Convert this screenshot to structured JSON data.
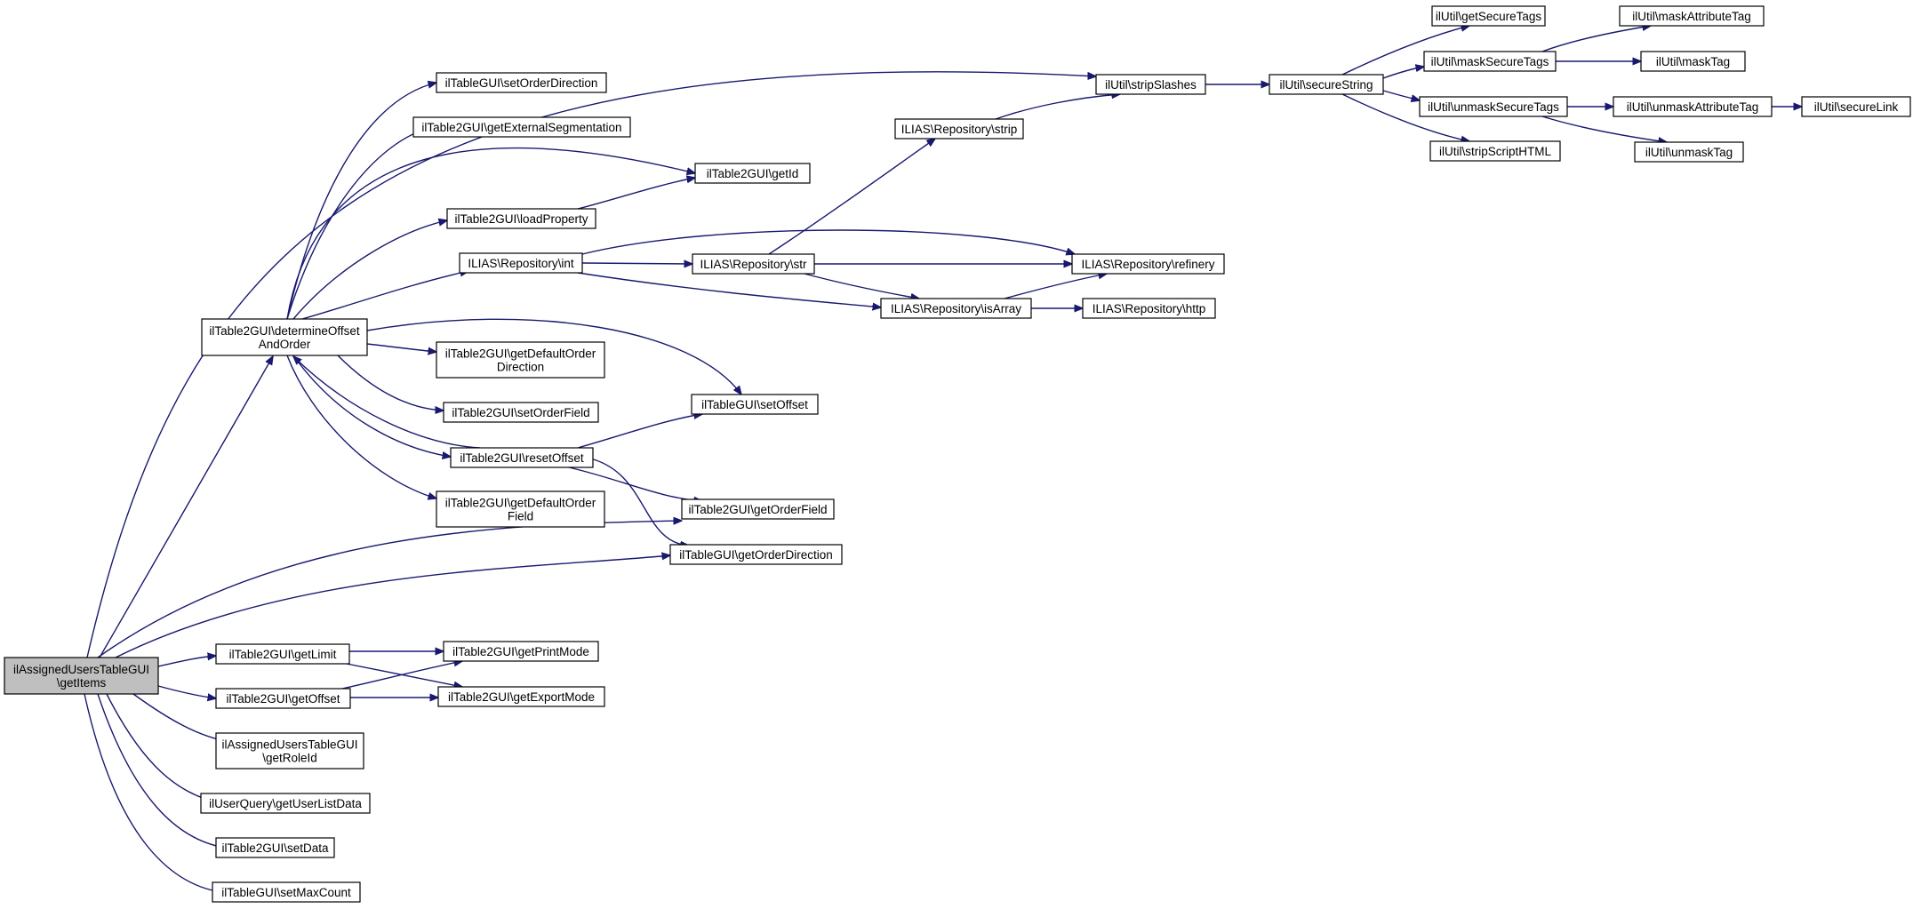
{
  "nodes": [
    {
      "id": "n_root",
      "lines": [
        "ilAssignedUsersTableGUI",
        "\\getItems"
      ],
      "highlight": true
    },
    {
      "id": "n_determine",
      "lines": [
        "ilTable2GUI\\determineOffset",
        "AndOrder"
      ]
    },
    {
      "id": "n_getlimit",
      "lines": [
        "ilTable2GUI\\getLimit"
      ]
    },
    {
      "id": "n_getoffset",
      "lines": [
        "ilTable2GUI\\getOffset"
      ]
    },
    {
      "id": "n_getroleid",
      "lines": [
        "ilAssignedUsersTableGUI",
        "\\getRoleId"
      ]
    },
    {
      "id": "n_getuserlistdata",
      "lines": [
        "ilUserQuery\\getUserListData"
      ]
    },
    {
      "id": "n_setdata",
      "lines": [
        "ilTable2GUI\\setData"
      ]
    },
    {
      "id": "n_setmaxcount",
      "lines": [
        "ilTableGUI\\setMaxCount"
      ]
    },
    {
      "id": "n_setorderdirection",
      "lines": [
        "ilTableGUI\\setOrderDirection"
      ]
    },
    {
      "id": "n_getextseg",
      "lines": [
        "ilTable2GUI\\getExternalSegmentation"
      ]
    },
    {
      "id": "n_loadproperty",
      "lines": [
        "ilTable2GUI\\loadProperty"
      ]
    },
    {
      "id": "n_repoint",
      "lines": [
        "ILIAS\\Repository\\int"
      ]
    },
    {
      "id": "n_getdefaultorderdir",
      "lines": [
        "ilTable2GUI\\getDefaultOrder",
        "Direction"
      ]
    },
    {
      "id": "n_setorderfield",
      "lines": [
        "ilTable2GUI\\setOrderField"
      ]
    },
    {
      "id": "n_resetoffset",
      "lines": [
        "ilTable2GUI\\resetOffset"
      ]
    },
    {
      "id": "n_getdefaultorderfield",
      "lines": [
        "ilTable2GUI\\getDefaultOrder",
        "Field"
      ]
    },
    {
      "id": "n_getprintmode",
      "lines": [
        "ilTable2GUI\\getPrintMode"
      ]
    },
    {
      "id": "n_getexportmode",
      "lines": [
        "ilTable2GUI\\getExportMode"
      ]
    },
    {
      "id": "n_getid",
      "lines": [
        "ilTable2GUI\\getId"
      ]
    },
    {
      "id": "n_repostr",
      "lines": [
        "ILIAS\\Repository\\str"
      ]
    },
    {
      "id": "n_setoffset",
      "lines": [
        "ilTableGUI\\setOffset"
      ]
    },
    {
      "id": "n_getorderfield",
      "lines": [
        "ilTable2GUI\\getOrderField"
      ]
    },
    {
      "id": "n_getorderdirection",
      "lines": [
        "ilTableGUI\\getOrderDirection"
      ]
    },
    {
      "id": "n_repostrip",
      "lines": [
        "ILIAS\\Repository\\strip"
      ]
    },
    {
      "id": "n_repoisarray",
      "lines": [
        "ILIAS\\Repository\\isArray"
      ]
    },
    {
      "id": "n_stripslashes",
      "lines": [
        "ilUtil\\stripSlashes"
      ]
    },
    {
      "id": "n_reporefinery",
      "lines": [
        "ILIAS\\Repository\\refinery"
      ]
    },
    {
      "id": "n_repohttp",
      "lines": [
        "ILIAS\\Repository\\http"
      ]
    },
    {
      "id": "n_securestring",
      "lines": [
        "ilUtil\\secureString"
      ]
    },
    {
      "id": "n_getsecuretags",
      "lines": [
        "ilUtil\\getSecureTags"
      ]
    },
    {
      "id": "n_masksecuretags",
      "lines": [
        "ilUtil\\maskSecureTags"
      ]
    },
    {
      "id": "n_unmasksecuretags",
      "lines": [
        "ilUtil\\unmaskSecureTags"
      ]
    },
    {
      "id": "n_stripscripthtml",
      "lines": [
        "ilUtil\\stripScriptHTML"
      ]
    },
    {
      "id": "n_maskattributetag",
      "lines": [
        "ilUtil\\maskAttributeTag"
      ]
    },
    {
      "id": "n_masktag",
      "lines": [
        "ilUtil\\maskTag"
      ]
    },
    {
      "id": "n_unmaskattributetag",
      "lines": [
        "ilUtil\\unmaskAttributeTag"
      ]
    },
    {
      "id": "n_unmasktag",
      "lines": [
        "ilUtil\\unmaskTag"
      ]
    },
    {
      "id": "n_securelink",
      "lines": [
        "ilUtil\\secureLink"
      ]
    }
  ],
  "edges": [
    {
      "from": "n_root",
      "to": "n_determine"
    },
    {
      "from": "n_root",
      "to": "n_stripslashes"
    },
    {
      "from": "n_root",
      "to": "n_getorderfield"
    },
    {
      "from": "n_root",
      "to": "n_getorderdirection"
    },
    {
      "from": "n_root",
      "to": "n_getlimit"
    },
    {
      "from": "n_root",
      "to": "n_getoffset"
    },
    {
      "from": "n_root",
      "to": "n_getroleid"
    },
    {
      "from": "n_root",
      "to": "n_getuserlistdata"
    },
    {
      "from": "n_root",
      "to": "n_setdata"
    },
    {
      "from": "n_root",
      "to": "n_setmaxcount"
    },
    {
      "from": "n_determine",
      "to": "n_setorderdirection"
    },
    {
      "from": "n_determine",
      "to": "n_getextseg"
    },
    {
      "from": "n_determine",
      "to": "n_getid"
    },
    {
      "from": "n_determine",
      "to": "n_loadproperty"
    },
    {
      "from": "n_determine",
      "to": "n_repoint"
    },
    {
      "from": "n_determine",
      "to": "n_setoffset"
    },
    {
      "from": "n_determine",
      "to": "n_getdefaultorderdir"
    },
    {
      "from": "n_determine",
      "to": "n_setorderfield"
    },
    {
      "from": "n_determine",
      "to": "n_resetoffset"
    },
    {
      "from": "n_determine",
      "to": "n_getdefaultorderfield"
    },
    {
      "from": "n_resetoffset",
      "to": "n_determine"
    },
    {
      "from": "n_loadproperty",
      "to": "n_getid"
    },
    {
      "from": "n_repoint",
      "to": "n_repostr"
    },
    {
      "from": "n_repoint",
      "to": "n_reporefinery"
    },
    {
      "from": "n_repoint",
      "to": "n_repoisarray"
    },
    {
      "from": "n_repostr",
      "to": "n_repostrip"
    },
    {
      "from": "n_repostr",
      "to": "n_reporefinery"
    },
    {
      "from": "n_repostr",
      "to": "n_repoisarray"
    },
    {
      "from": "n_repoisarray",
      "to": "n_reporefinery"
    },
    {
      "from": "n_repoisarray",
      "to": "n_repohttp"
    },
    {
      "from": "n_repostrip",
      "to": "n_stripslashes"
    },
    {
      "from": "n_stripslashes",
      "to": "n_securestring"
    },
    {
      "from": "n_securestring",
      "to": "n_getsecuretags"
    },
    {
      "from": "n_securestring",
      "to": "n_masksecuretags"
    },
    {
      "from": "n_securestring",
      "to": "n_unmasksecuretags"
    },
    {
      "from": "n_securestring",
      "to": "n_stripscripthtml"
    },
    {
      "from": "n_masksecuretags",
      "to": "n_maskattributetag"
    },
    {
      "from": "n_masksecuretags",
      "to": "n_masktag"
    },
    {
      "from": "n_unmasksecuretags",
      "to": "n_unmaskattributetag"
    },
    {
      "from": "n_unmasksecuretags",
      "to": "n_unmasktag"
    },
    {
      "from": "n_unmaskattributetag",
      "to": "n_securelink"
    },
    {
      "from": "n_resetoffset",
      "to": "n_setoffset"
    },
    {
      "from": "n_resetoffset",
      "to": "n_getorderfield"
    },
    {
      "from": "n_resetoffset",
      "to": "n_getorderdirection"
    },
    {
      "from": "n_getlimit",
      "to": "n_getprintmode"
    },
    {
      "from": "n_getlimit",
      "to": "n_getexportmode"
    },
    {
      "from": "n_getoffset",
      "to": "n_getprintmode"
    },
    {
      "from": "n_getoffset",
      "to": "n_getexportmode"
    }
  ]
}
